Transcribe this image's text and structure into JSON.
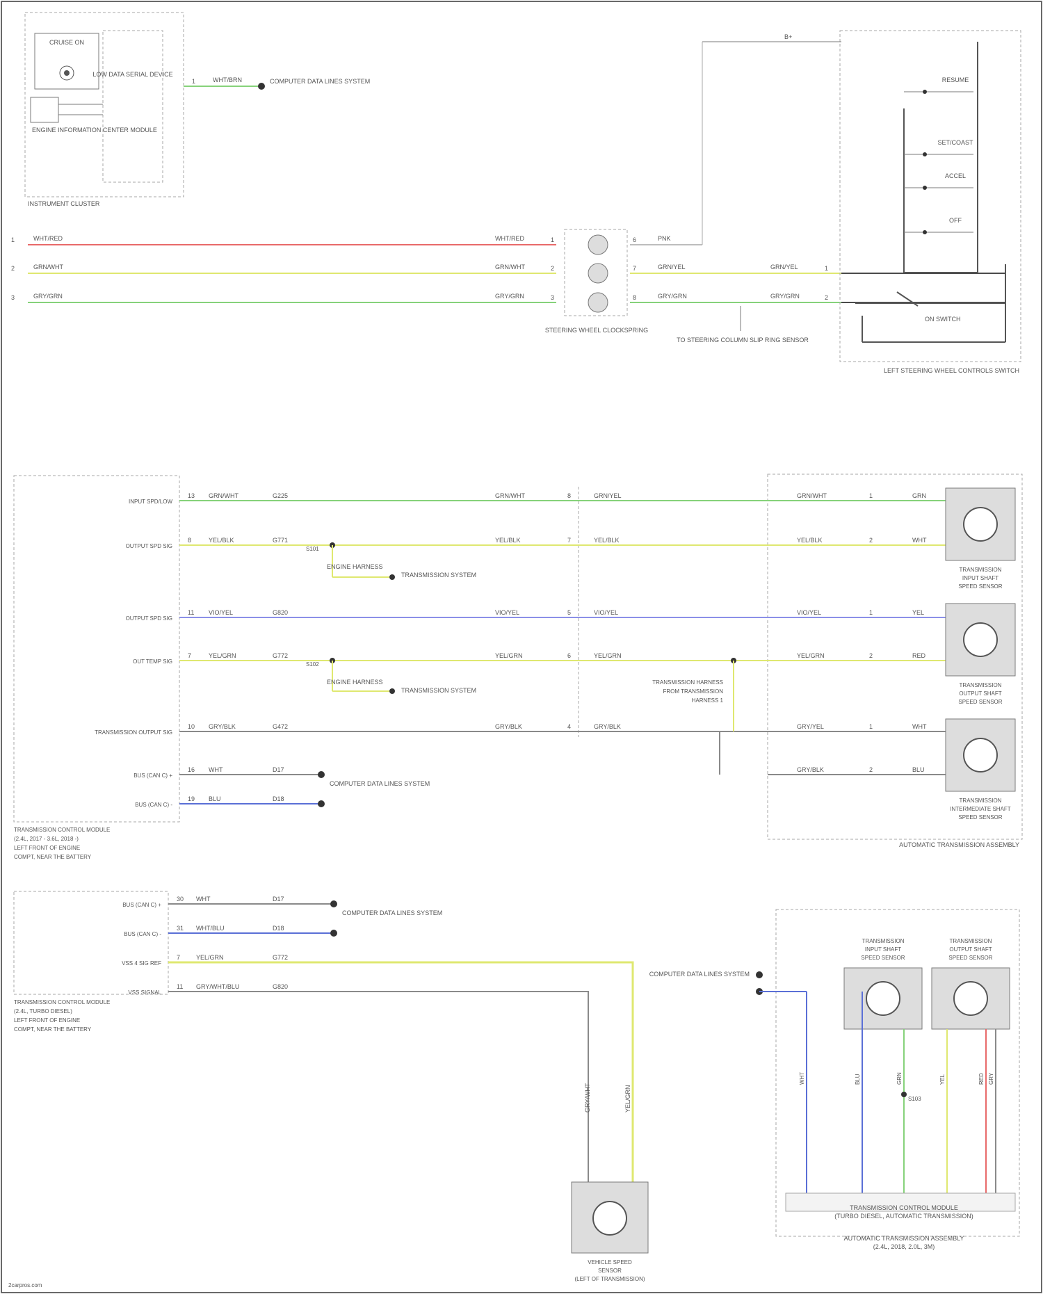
{
  "colors": {
    "red": "#e86a6a",
    "yellow": "#dfe870",
    "green": "#86d27a",
    "blue": "#5a6fd6",
    "violet": "#8b90e8",
    "gray": "#8a8a8a",
    "black": "#4a4a4a",
    "line": "#7a7a7a",
    "dash": "#a7a7a7"
  },
  "top_left": {
    "cruise": "CRUISE ON",
    "cluster_module": "LOW DATA SERIAL DEVICE",
    "pcm_module": "ENGINE INFORMATION CENTER MODULE",
    "cluster_title": "INSTRUMENT CLUSTER",
    "pin": "1",
    "wire": "WHT/BRN",
    "network": "COMPUTER DATA LINES SYSTEM"
  },
  "top_right": {
    "vbatt": "B+",
    "switch_labels": [
      "RESUME",
      "SET/COAST",
      "ACCEL",
      "OFF"
    ],
    "on_switch": "ON SWITCH",
    "module_title": "LEFT STEERING WHEEL CONTROLS SWITCH",
    "clockspring": "STEERING WHEEL CLOCKSPRING",
    "airbag": "TO STEERING COLUMN SLIP RING SENSOR"
  },
  "harness_rows": [
    {
      "pin": "1",
      "left_wire": "WHT/RED",
      "mid_wire": "WHT/RED",
      "out_pin": "6",
      "right_wire": "PNK",
      "right_pin": "",
      "color": "red"
    },
    {
      "pin": "2",
      "left_wire": "GRN/WHT",
      "mid_wire": "GRN/WHT",
      "out_pin": "7",
      "right_wire": "GRN/YEL",
      "right_pin": "1",
      "color": "yellow"
    },
    {
      "pin": "3",
      "left_wire": "GRY/GRN",
      "mid_wire": "GRY/GRN",
      "out_pin": "8",
      "right_wire": "GRY/GRN",
      "right_pin": "2",
      "color": "green"
    }
  ],
  "mid_section": {
    "signals": [
      {
        "label": "INPUT SPD/LOW",
        "pin": "13",
        "wire": "GRN/WHT",
        "circuit": "G225",
        "c_wire": "GRN/WHT",
        "c_pin": "8",
        "r_wire": "GRN/YEL",
        "rr_wire": "GRN/WHT",
        "r_pin": "1",
        "r_label": "GRN"
      },
      {
        "label": "OUTPUT SPD SIG",
        "pin": "8",
        "wire": "YEL/BLK",
        "circuit": "G771",
        "c_wire": "YEL/BLK",
        "c_pin": "7",
        "r_wire": "YEL/BLK",
        "rr_wire": "YEL/BLK",
        "r_pin": "2",
        "r_label": "WHT"
      },
      {
        "label": "OUTPUT SPD SIG",
        "pin": "11",
        "wire": "VIO/YEL",
        "circuit": "G820",
        "c_wire": "VIO/YEL",
        "c_pin": "5",
        "r_wire": "VIO/YEL",
        "rr_wire": "VIO/YEL",
        "r_pin": "1",
        "r_label": "YEL"
      },
      {
        "label": "OUT TEMP SIG",
        "pin": "7",
        "wire": "YEL/GRN",
        "circuit": "G772",
        "c_wire": "YEL/GRN",
        "c_pin": "6",
        "r_wire": "YEL/GRN",
        "rr_wire": "YEL/GRN",
        "r_pin": "2",
        "r_label": "RED"
      },
      {
        "label": "TRANSMISSION OUTPUT SIG",
        "pin": "10",
        "wire": "GRY/BLK",
        "circuit": "G472",
        "c_wire": "GRY/BLK",
        "c_pin": "4",
        "r_wire": "GRY/BLK",
        "rr_wire": "GRY/YEL",
        "r_pin": "1",
        "r_label": "WHT"
      },
      {
        "label": "",
        "pin": "",
        "wire": "",
        "circuit": "",
        "c_wire": "",
        "c_pin": "",
        "r_wire": "",
        "rr_wire": "GRY/BLK",
        "r_pin": "2",
        "r_label": "BLU"
      }
    ],
    "bus": [
      {
        "label": "BUS (CAN C) +",
        "pin": "16",
        "wire": "WHT",
        "circuit": "D17",
        "color": "gray"
      },
      {
        "label": "BUS (CAN C) -",
        "pin": "19",
        "wire": "BLU",
        "circuit": "D18",
        "color": "blue"
      }
    ],
    "bus_target": "COMPUTER DATA LINES SYSTEM",
    "splice1": "S101",
    "splice2": "S102",
    "engine_harness": "ENGINE HARNESS",
    "trans_system": "TRANSMISSION SYSTEM",
    "pcm_lines": [
      "TRANSMISSION CONTROL MODULE",
      "(2.4L, 2017 - 3.6L, 2018 -)",
      "LEFT FRONT OF ENGINE",
      "COMPT, NEAR THE BATTERY"
    ],
    "tcm_harness": [
      "TRANSMISSION HARNESS",
      "FROM TRANSMISSION",
      "HARNESS 1"
    ],
    "sensors": [
      [
        "TRANSMISSION",
        "INPUT SHAFT",
        "SPEED SENSOR"
      ],
      [
        "TRANSMISSION",
        "OUTPUT SHAFT",
        "SPEED SENSOR"
      ],
      [
        "TRANSMISSION",
        "INTERMEDIATE SHAFT",
        "SPEED SENSOR"
      ]
    ],
    "auto_trans": "AUTOMATIC TRANSMISSION ASSEMBLY"
  },
  "bottom_section": {
    "rows": [
      {
        "label": "BUS (CAN C) +",
        "pin": "30",
        "wire": "WHT",
        "circuit": "D17",
        "color": "gray"
      },
      {
        "label": "BUS (CAN C) -",
        "pin": "31",
        "wire": "WHT/BLU",
        "circuit": "D18",
        "color": "blue"
      },
      {
        "label": "VSS 4 SIG REF",
        "pin": "7",
        "wire": "YEL/GRN",
        "circuit": "G772",
        "color": "yellow"
      },
      {
        "label": "VSS SIGNAL",
        "pin": "11",
        "wire": "GRY/WHT/BLU",
        "circuit": "G820",
        "color": "gray"
      }
    ],
    "bus_target": "COMPUTER DATA LINES SYSTEM",
    "pcm_lines": [
      "TRANSMISSION CONTROL MODULE",
      "(2.4L, TURBO DIESEL)",
      "LEFT FRONT OF ENGINE",
      "COMPT, NEAR THE BATTERY"
    ],
    "vss_wires": [
      "GRY/WHT",
      "YEL/GRN"
    ],
    "vss_label": [
      "VEHICLE SPEED",
      "SENSOR",
      "(LEFT OF TRANSMISSION)"
    ],
    "right_bus": "COMPUTER DATA LINES SYSTEM",
    "right_sensors": [
      [
        "TRANSMISSION",
        "INPUT SHAFT",
        "SPEED SENSOR"
      ],
      [
        "TRANSMISSION",
        "OUTPUT SHAFT",
        "SPEED SENSOR"
      ]
    ],
    "right_wires": [
      "WHT",
      "BLU",
      "GRN",
      "YEL",
      "RED",
      "GRY"
    ],
    "splice": "S103",
    "tcm_box": [
      "TRANSMISSION CONTROL MODULE",
      "(TURBO DIESEL, AUTOMATIC TRANSMISSION)"
    ],
    "auto_trans": [
      "AUTOMATIC TRANSMISSION ASSEMBLY",
      "(2.4L, 2018, 2.0L, 3M)"
    ]
  },
  "watermark": "2carpros.com"
}
